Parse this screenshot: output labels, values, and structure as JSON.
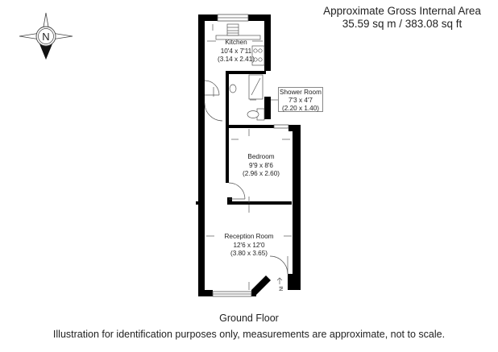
{
  "header": {
    "area_title": "Approximate Gross Internal Area",
    "area_value": "35.59 sq m / 383.08 sq ft"
  },
  "compass": {
    "icon": "compass-north-icon",
    "letter": "N"
  },
  "rooms": {
    "kitchen": {
      "name": "Kitchen",
      "imperial": "10'4 x 7'11",
      "metric": "(3.14 x 2.41)"
    },
    "shower_room": {
      "name": "Shower Room",
      "imperial": "7'3 x 4'7",
      "metric": "(2.20 x 1.40)"
    },
    "bedroom": {
      "name": "Bedroom",
      "imperial": "9'9 x 8'6",
      "metric": "(2.96 x 2.60)"
    },
    "reception_room": {
      "name": "Reception Room",
      "imperial": "12'6 x 12'0",
      "metric": "(3.80 x 3.65)"
    }
  },
  "entrance": {
    "label": "IN"
  },
  "footer": {
    "floor_label": "Ground Floor",
    "disclaimer": "Illustration for identification purposes only, measurements are approximate, not to scale."
  },
  "colors": {
    "wall": "#000000",
    "line": "#555555",
    "text": "#222222"
  }
}
